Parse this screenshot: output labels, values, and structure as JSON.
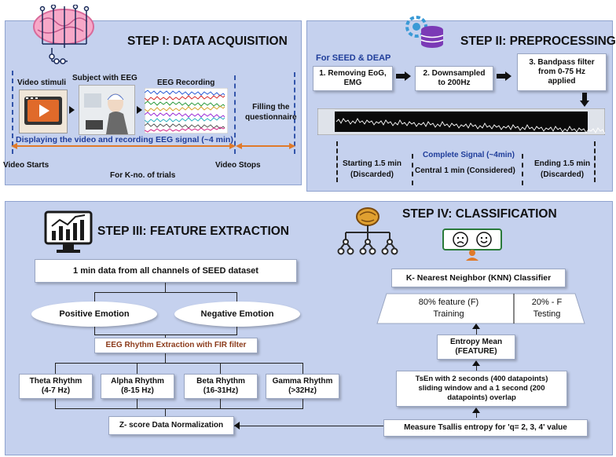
{
  "step1": {
    "title": "STEP I: DATA ACQUISITION",
    "video_stimuli": "Video stimuli",
    "subject": "Subject with EEG",
    "eeg_recording": "EEG Recording",
    "questionnaire": "Filling the\nquestionnaire",
    "displaying": "Displaying the video and recording EEG signal (~4 min)",
    "video_starts": "Video Starts",
    "video_stops": "Video Stops",
    "trials": "For K-no. of trials"
  },
  "step2": {
    "title": "STEP II: PREPROCESSING",
    "for_seed": "For SEED & DEAP",
    "box1": "1. Removing EoG,\nEMG",
    "box2": "2. Downsampled\nto 200Hz",
    "box3": "3. Bandpass filter\nfrom 0-75 Hz\napplied",
    "complete": "Complete Signal (~4min)",
    "starting": "Starting 1.5 min\n(Discarded)",
    "central": "Central 1 min (Considered)",
    "ending": "Ending 1.5 min\n(Discarded)"
  },
  "step3": {
    "title": "STEP III: FEATURE EXTRACTION",
    "one_min": "1 min data from all channels of SEED dataset",
    "positive": "Positive Emotion",
    "negative": "Negative Emotion",
    "rhythm_extraction": "EEG Rhythm Extraction with FIR filter",
    "theta": "Theta Rhythm\n(4-7 Hz)",
    "alpha": "Alpha Rhythm\n(8-15 Hz)",
    "beta": "Beta Rhythm\n(16-31Hz)",
    "gamma": "Gamma Rhythm\n(>32Hz)",
    "zscore": "Z- score Data Normalization"
  },
  "step4": {
    "title": "STEP IV: CLASSIFICATION",
    "knn": "K- Nearest Neighbor (KNN) Classifier",
    "train": "80% feature (F)\nTraining",
    "test": "20% - F\nTesting",
    "entropy_mean": "Entropy Mean\n(FEATURE)",
    "tsen": "TsEn with 2 seconds (400 datapoints)\nsliding window and a 1 second (200\ndatapoints) overlap",
    "tsallis": "Measure Tsallis entropy for 'q= 2, 3, 4' value"
  },
  "colors": {
    "panel_bg": "#c5d1ee",
    "dashed_blue": "#3355aa",
    "orange_arrow": "#e07a2a",
    "rhythm_text": "#8b3a1a",
    "subtitle_blue": "#1f3d9a"
  },
  "icons": [
    "brain-circuit-icon",
    "gear-database-icon",
    "chart-monitor-icon",
    "brain-network-icon",
    "emotion-faces-icon",
    "video-player-icon"
  ]
}
